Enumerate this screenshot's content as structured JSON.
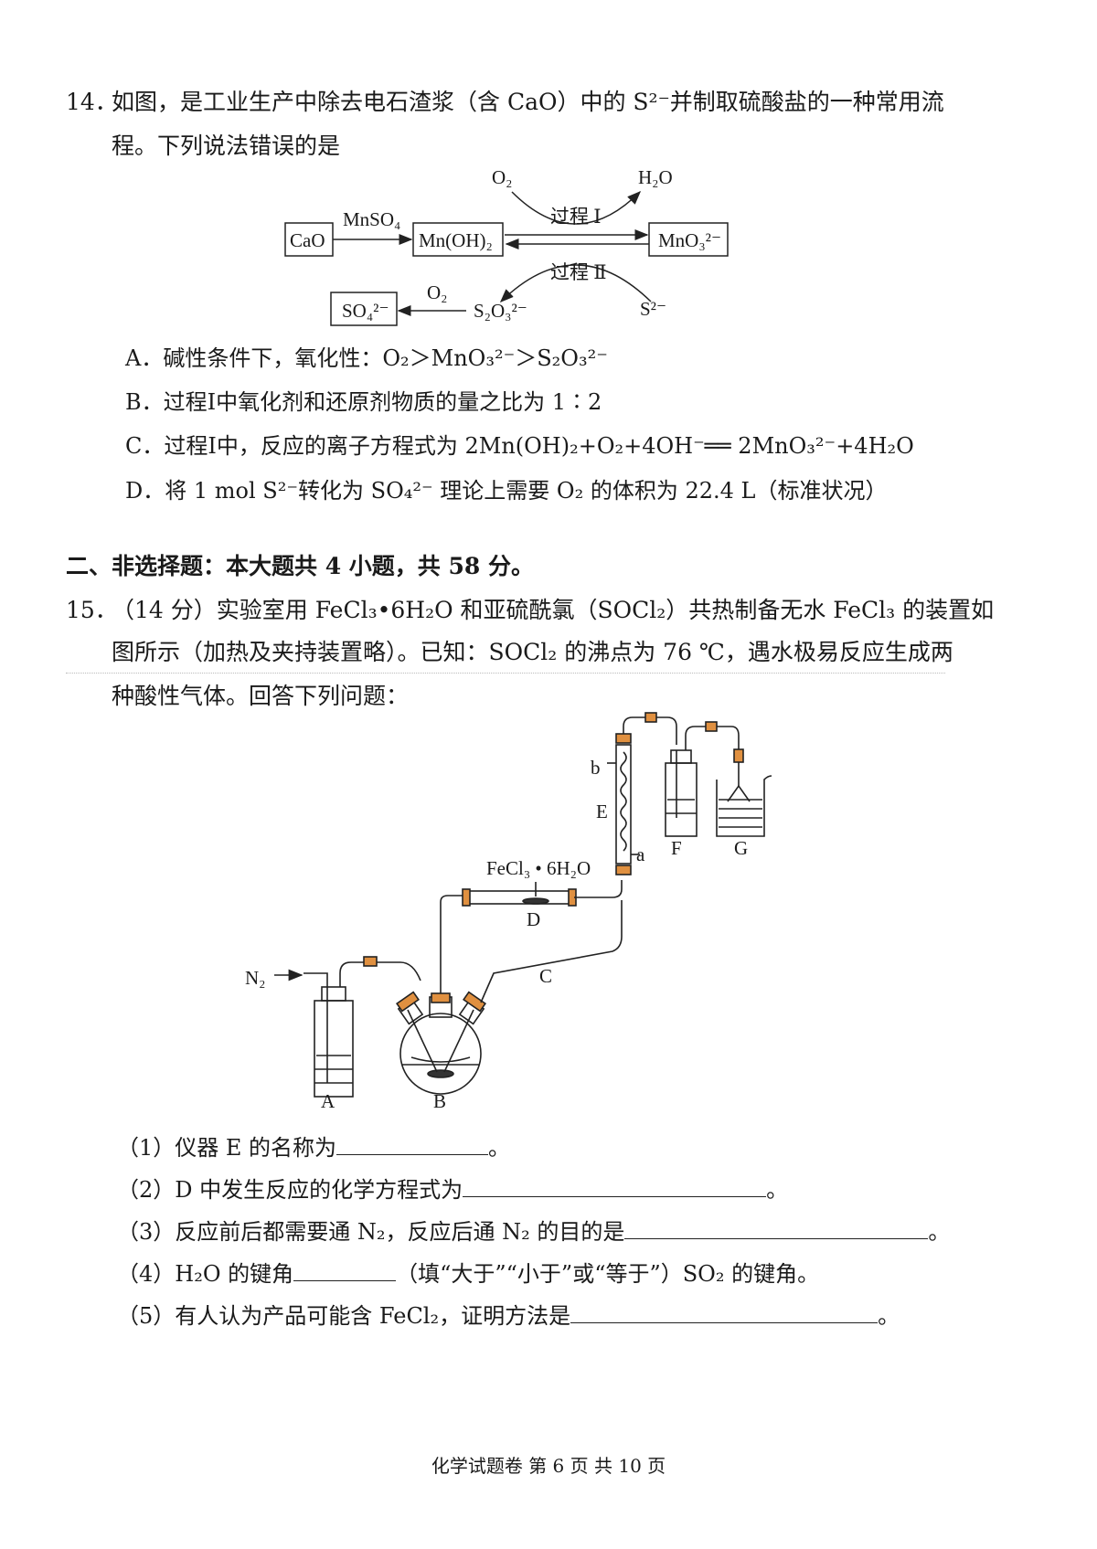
{
  "q14": {
    "number": "14．",
    "stem_line1": "如图，是工业生产中除去电石渣浆（含 CaO）中的 S²⁻并制取硫酸盐的一种常用流",
    "stem_line2": "程。下列说法错误的是",
    "flow": {
      "box_cao": "CaO",
      "box_mnoh2": "Mn(OH)₂",
      "box_mno3": "MnO₃²⁻",
      "box_so4": "SO₄²⁻",
      "label_mnso4": "MnSO₄",
      "label_o2_top": "O₂",
      "label_h2o": "H₂O",
      "label_process1": "过程 Ⅰ",
      "label_process2": "过程 Ⅱ",
      "label_s2o3": "S₂O₃²⁻",
      "label_o2_bottom": "O₂",
      "label_s2": "S²⁻"
    },
    "options": [
      "A．碱性条件下，氧化性：O₂＞MnO₃²⁻＞S₂O₃²⁻",
      "B．过程Ⅰ中氧化剂和还原剂物质的量之比为 1∶2",
      "C．过程Ⅰ中，反应的离子方程式为 2Mn(OH)₂+O₂+4OH⁻══ 2MnO₃²⁻+4H₂O",
      "D．将 1 mol S²⁻转化为 SO₄²⁻ 理论上需要 O₂ 的体积为 22.4 L（标准状况）"
    ]
  },
  "section2": {
    "heading": "二、非选择题：本大题共 4 小题，共 58 分。"
  },
  "q15": {
    "number": "15．",
    "stem_line1": "（14 分）实验室用 FeCl₃•6H₂O 和亚硫酰氯（SOCl₂）共热制备无水 FeCl₃ 的装置如",
    "stem_line2": "图所示（加热及夹持装置略）。已知：SOCl₂ 的沸点为 76 ℃，遇水极易反应生成两",
    "stem_line3": "种酸性气体。回答下列问题：",
    "apparatus": {
      "label_n2": "N₂",
      "label_fecl3": "FeCl₃ • 6H₂O",
      "label_a": "A",
      "label_b": "B",
      "label_c": "C",
      "label_d": "D",
      "label_e": "E",
      "label_f": "F",
      "label_g": "G",
      "label_port_a": "a",
      "label_port_b": "b"
    },
    "subquestions": [
      "（1）仪器 E 的名称为",
      "（2）D 中发生反应的化学方程式为",
      "（3）反应前后都需要通 N₂，反应后通 N₂ 的目的是",
      "（4）H₂O 的键角",
      "（5）有人认为产品可能含 FeCl₂，证明方法是"
    ],
    "sub4_tail": "（填“大于”“小于”或“等于”）SO₂ 的键角。",
    "end_mark": "。"
  },
  "footer": "化学试题卷 第 6 页 共 10 页"
}
